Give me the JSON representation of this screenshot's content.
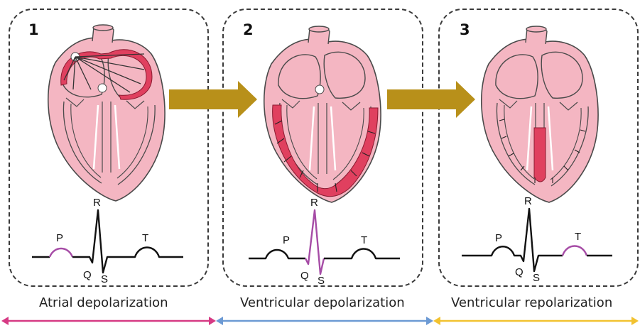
{
  "panels": [
    {
      "number": "1",
      "caption": "Atrial depolarization",
      "wave_labels": {
        "p": "P",
        "q": "Q",
        "r": "R",
        "s": "S",
        "t": "T"
      }
    },
    {
      "number": "2",
      "caption": "Ventricular depolarization",
      "wave_labels": {
        "p": "P",
        "q": "Q",
        "r": "R",
        "s": "S",
        "t": "T"
      }
    },
    {
      "number": "3",
      "caption": "Ventricular repolarization",
      "wave_labels": {
        "p": "P",
        "q": "Q",
        "r": "R",
        "s": "S",
        "t": "T"
      }
    }
  ],
  "colors": {
    "heart_fill": "#f4b6c2",
    "depolarized": "#e0405f",
    "highlight_wave": "#a64ca6",
    "flow_arrow": "#b8901a",
    "range_1": "#d63a84",
    "range_2": "#6c9ad4",
    "range_3": "#f2c230"
  }
}
